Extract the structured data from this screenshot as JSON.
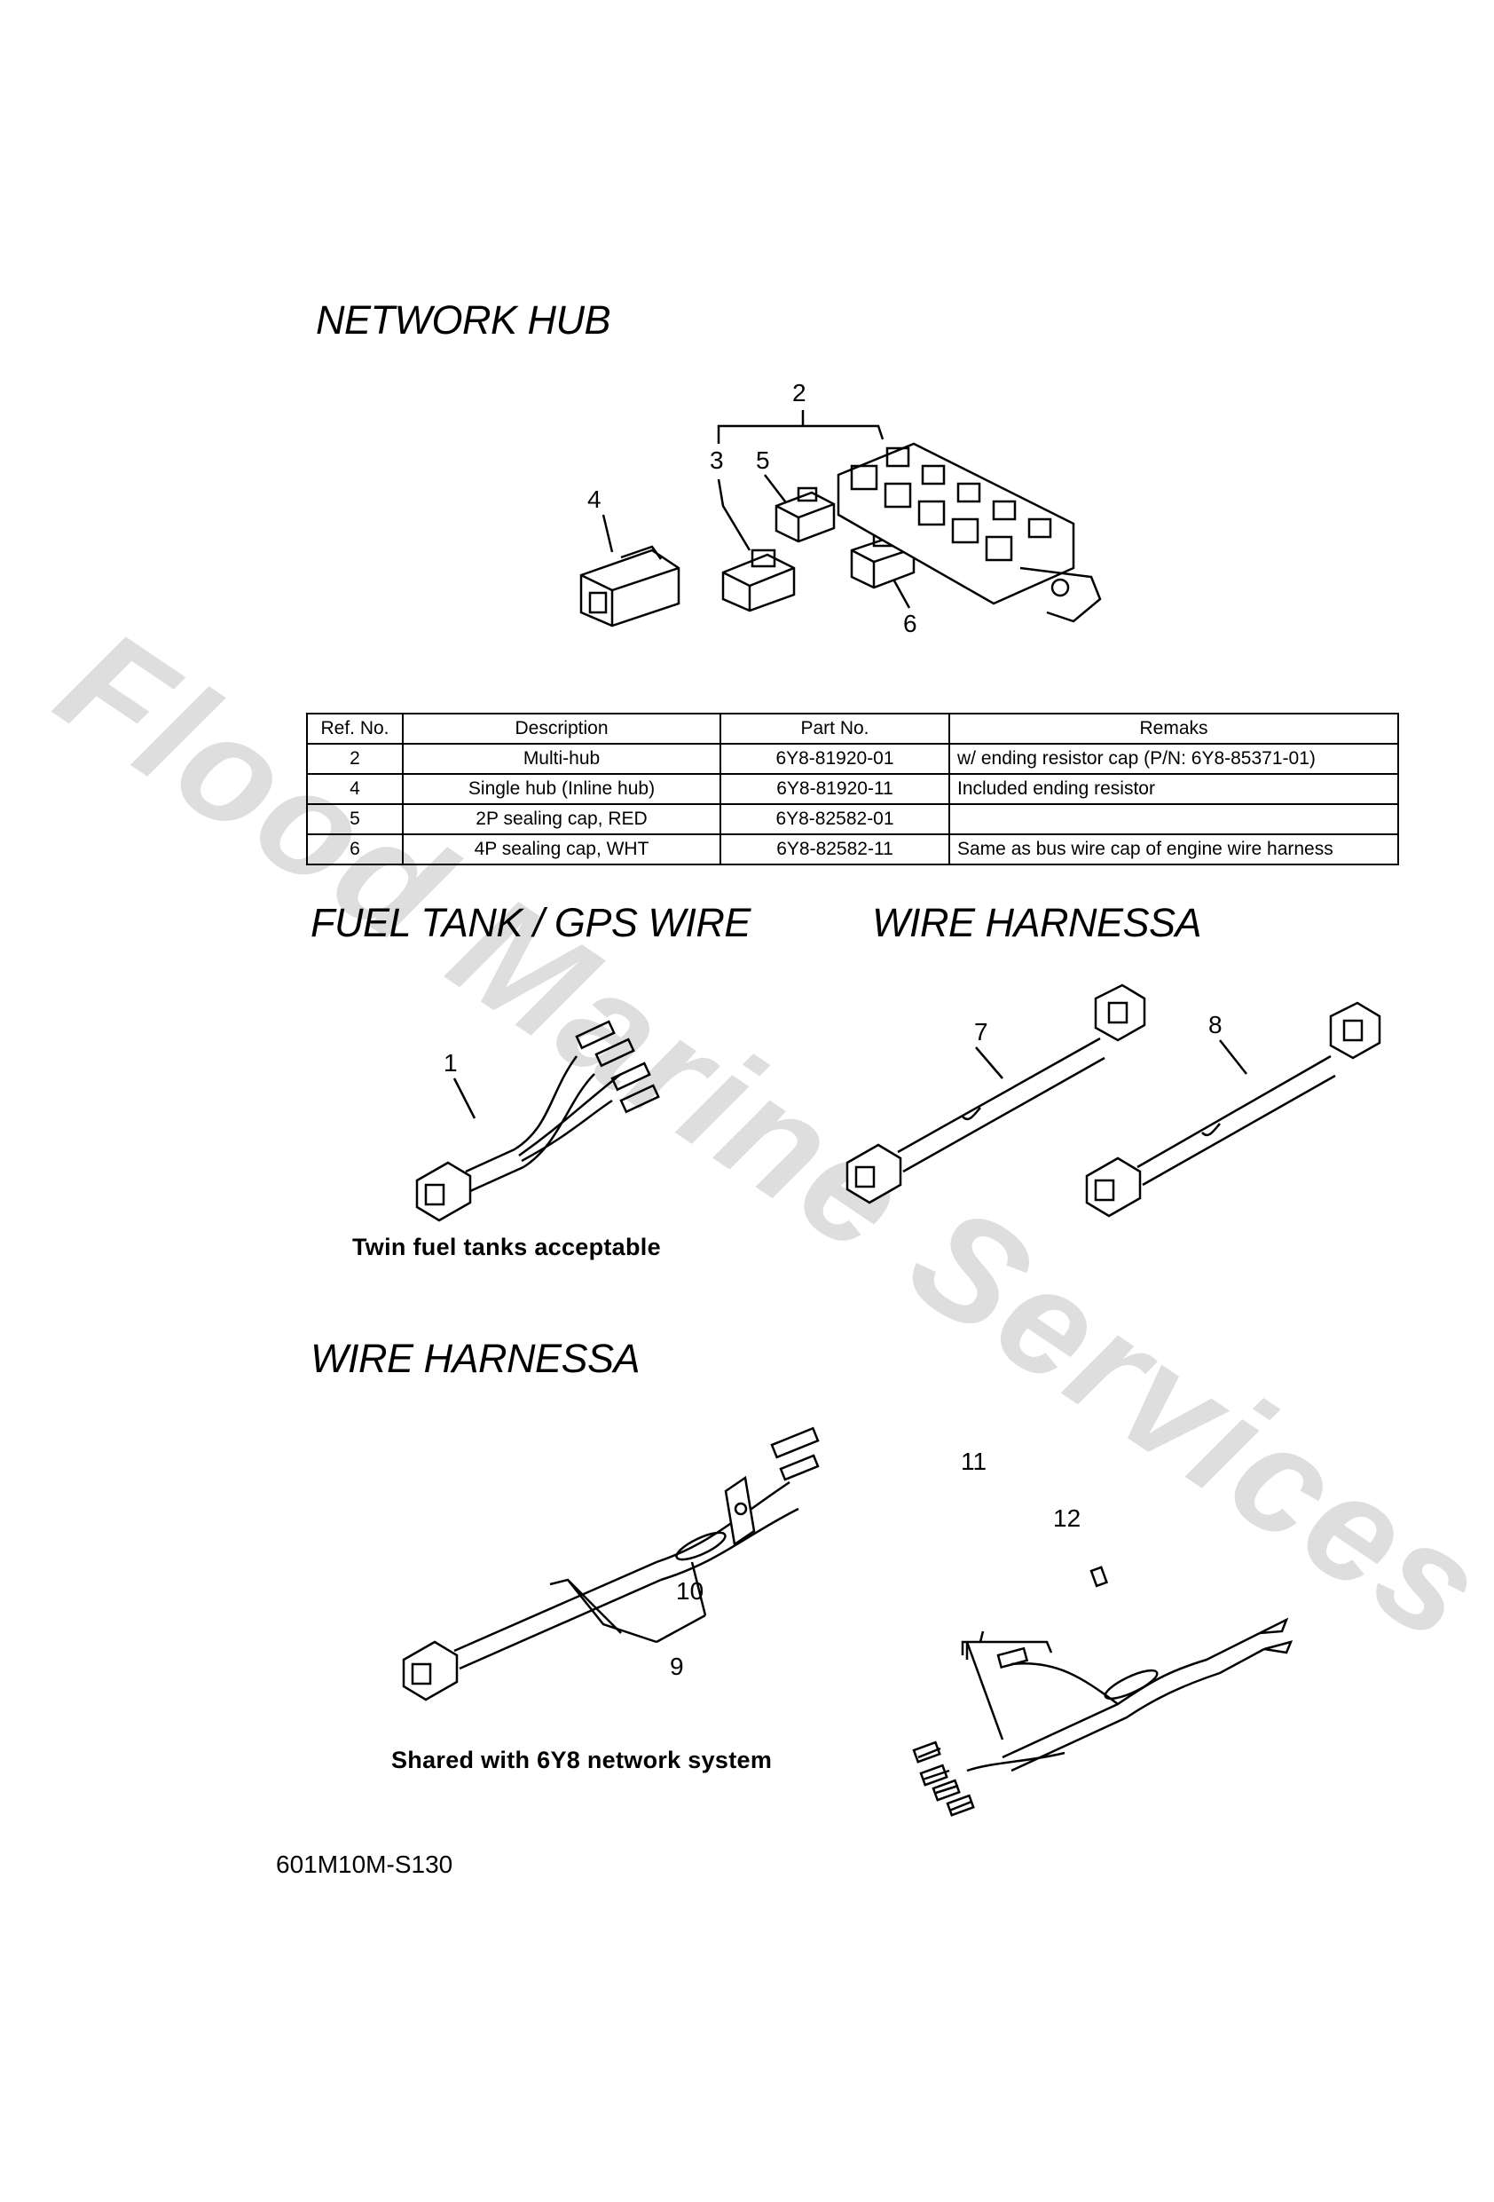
{
  "watermark": "Flood Marine Services",
  "sections": {
    "network_hub": {
      "title": "NETWORK HUB"
    },
    "fuel_tank": {
      "title": "FUEL TANK / GPS WIRE",
      "caption": "Twin fuel tanks acceptable"
    },
    "wire_harness_a": {
      "title": "WIRE HARNESSA"
    },
    "wire_harness_b": {
      "title": "WIRE HARNESSA",
      "caption": "Shared with 6Y8 network system"
    }
  },
  "callouts": {
    "c1": "1",
    "c2": "2",
    "c3": "3",
    "c4": "4",
    "c5": "5",
    "c6": "6",
    "c7": "7",
    "c8": "8",
    "c9": "9",
    "c10": "10",
    "c11": "11",
    "c12": "12"
  },
  "parts_table": {
    "headers": [
      "Ref. No.",
      "Description",
      "Part No.",
      "Remaks"
    ],
    "rows": [
      [
        "2",
        "Multi-hub",
        "6Y8-81920-01",
        "w/ ending resistor cap (P/N: 6Y8-85371-01)"
      ],
      [
        "4",
        "Single hub (Inline hub)",
        "6Y8-81920-11",
        "Included ending resistor"
      ],
      [
        "5",
        "2P sealing cap, RED",
        "6Y8-82582-01",
        ""
      ],
      [
        "6",
        "4P sealing cap, WHT",
        "6Y8-82582-11",
        "Same as bus wire cap of engine wire harness"
      ]
    ]
  },
  "footer": {
    "code": "601M10M-S130"
  }
}
